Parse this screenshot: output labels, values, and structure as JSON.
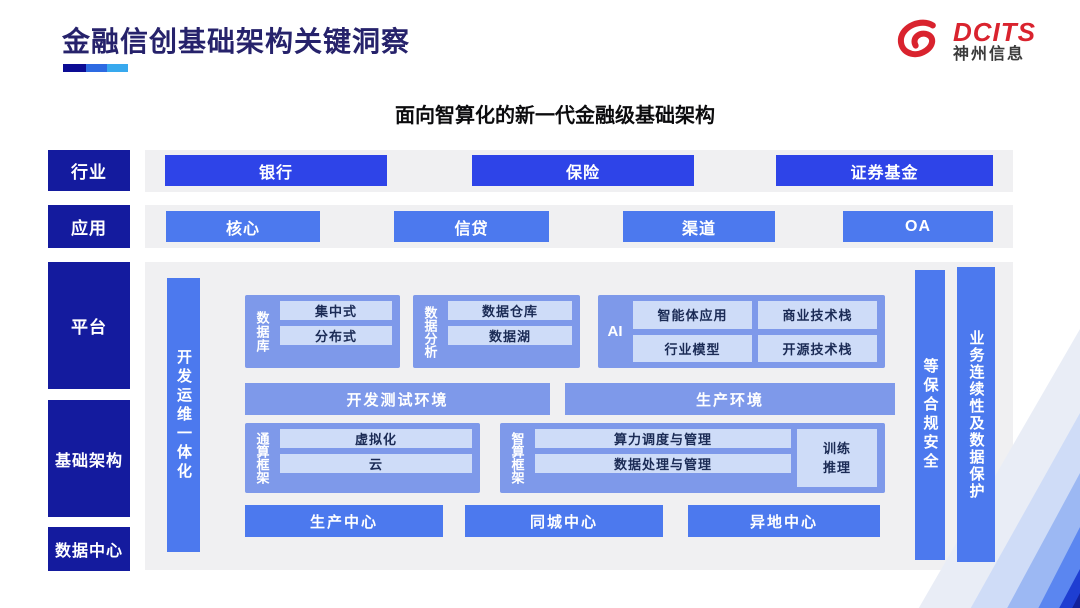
{
  "page": {
    "title": "金融信创基础架构关键洞察",
    "subtitle": "面向智算化的新一代金融级基础架构"
  },
  "logo": {
    "brand": "DCITS",
    "company": "神州信息",
    "icon": "dcits-swirl-icon",
    "brand_color": "#d9232e"
  },
  "colors": {
    "rail_navy": "#141b9e",
    "deep_blue": "#2e44e8",
    "mid_blue": "#4c79ee",
    "periwinkle": "#7e99ea",
    "light_box": "#cedcf8",
    "panel_gray": "#f0f0f2"
  },
  "side_labels": {
    "industry": "行业",
    "application": "应用",
    "platform": "平台",
    "infrastructure": "基础架构",
    "datacenter": "数据中心"
  },
  "industry_row": {
    "items": [
      "银行",
      "保险",
      "证券基金"
    ]
  },
  "application_row": {
    "items": [
      "核心",
      "信贷",
      "渠道",
      "OA"
    ]
  },
  "platform": {
    "left_bar": "开发运维一体化",
    "groups": [
      {
        "label": "数据库",
        "items": [
          "集中式",
          "分布式"
        ]
      },
      {
        "label": "数据分析",
        "items": [
          "数据仓库",
          "数据湖"
        ]
      },
      {
        "label": "AI",
        "items": [
          "智能体应用",
          "商业技术栈",
          "行业模型",
          "开源技术栈"
        ]
      }
    ],
    "env_bars": [
      "开发测试环境",
      "生产环境"
    ],
    "frameworks": [
      {
        "label": "通算框架",
        "items": [
          "虚拟化",
          "云"
        ]
      },
      {
        "label": "智算框架",
        "items": [
          "算力调度与管理",
          "数据处理与管理"
        ],
        "side_item_lines": [
          "训练",
          "推理"
        ]
      }
    ],
    "centers": [
      "生产中心",
      "同城中心",
      "异地中心"
    ],
    "right_bars": [
      "等保合规安全",
      "业务连续性及数据保护"
    ]
  }
}
